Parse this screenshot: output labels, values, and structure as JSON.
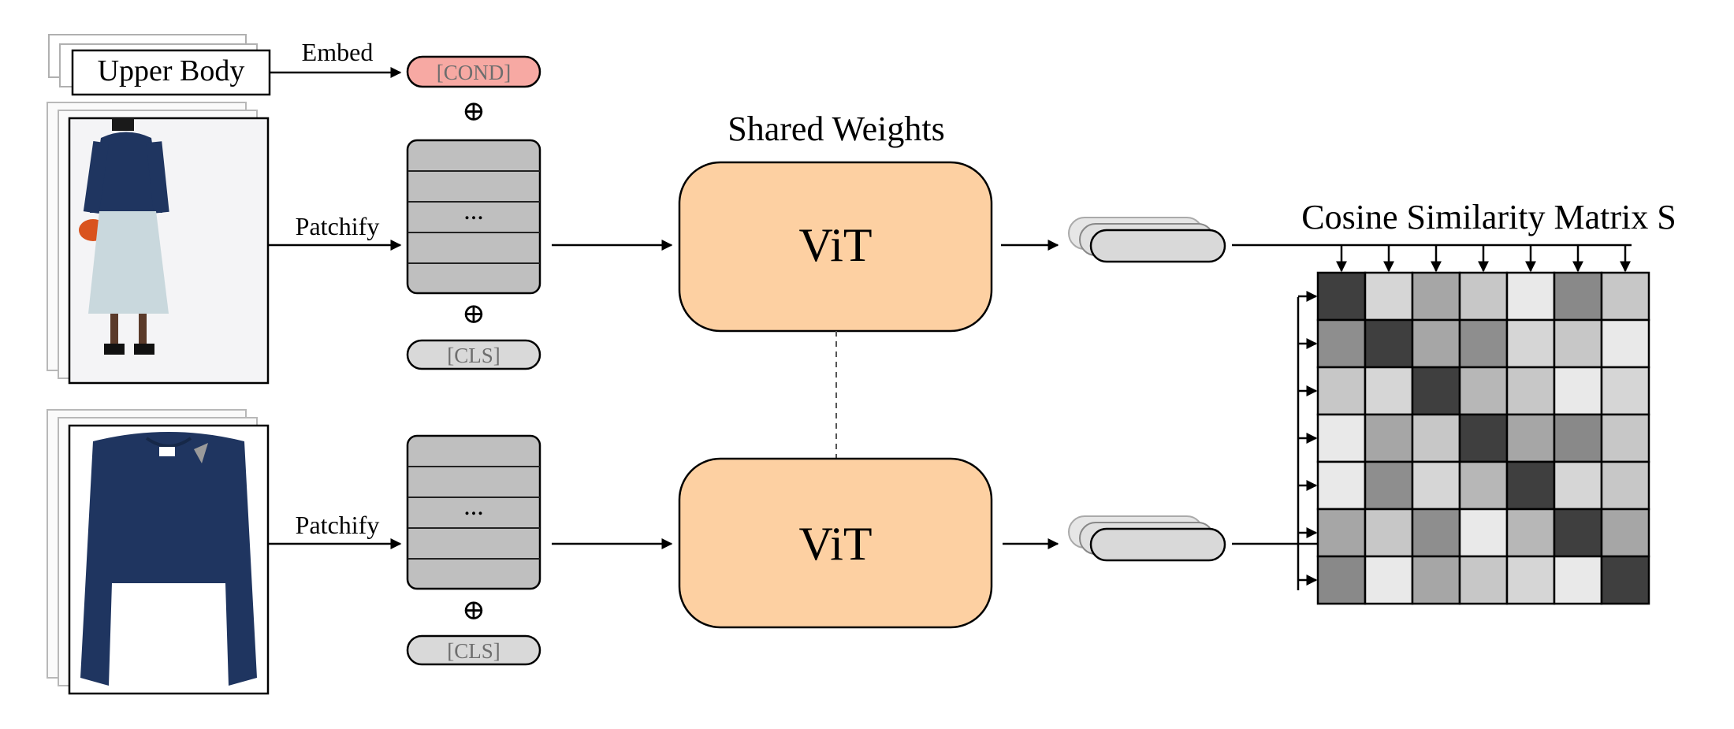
{
  "diagram": {
    "condition_label": "Upper Body",
    "embed_label": "Embed",
    "cond_token": "[COND]",
    "cls_token": "[CLS]",
    "patchify_label": "Patchify",
    "ellipsis": "...",
    "oplus": "⊕",
    "shared_weights_label": "Shared Weights",
    "encoder_label": "ViT",
    "matrix_title": "Cosine Similarity Matrix S",
    "colors": {
      "cond_fill": "#f7a9a3",
      "vit_fill": "#fdd0a2",
      "token_fill": "#bfbfbf",
      "embed_fill": "#d9d9d9",
      "garment_blue": "#1f3560"
    },
    "similarity_matrix": [
      [
        0.88,
        0.15,
        0.38,
        0.22,
        0.06,
        0.52,
        0.22
      ],
      [
        0.5,
        0.88,
        0.38,
        0.5,
        0.15,
        0.22,
        0.06
      ],
      [
        0.22,
        0.15,
        0.88,
        0.3,
        0.22,
        0.06,
        0.15
      ],
      [
        0.06,
        0.38,
        0.22,
        0.88,
        0.38,
        0.52,
        0.22
      ],
      [
        0.06,
        0.5,
        0.15,
        0.3,
        0.88,
        0.15,
        0.22
      ],
      [
        0.38,
        0.22,
        0.5,
        0.06,
        0.3,
        0.88,
        0.38
      ],
      [
        0.52,
        0.06,
        0.38,
        0.22,
        0.15,
        0.06,
        0.88
      ]
    ]
  }
}
